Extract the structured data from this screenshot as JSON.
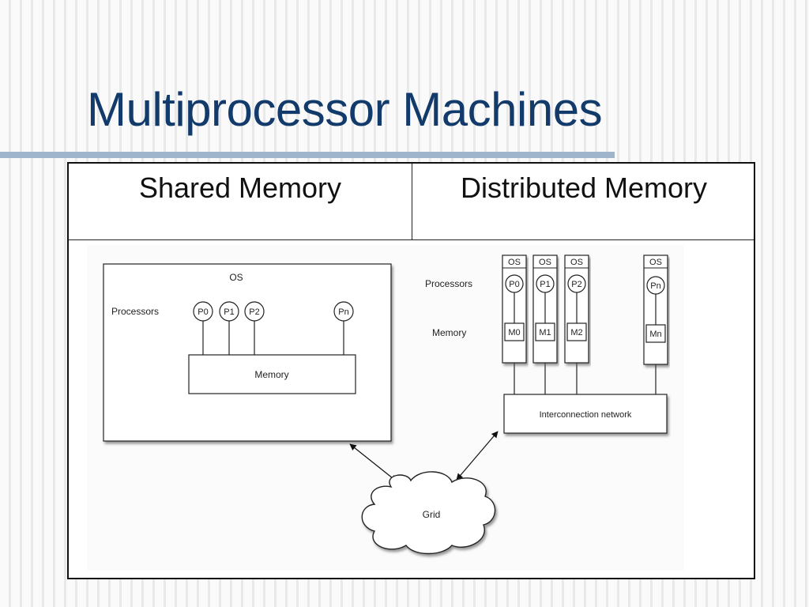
{
  "slide": {
    "title": "Multiprocessor Machines"
  },
  "table": {
    "headers": [
      "Shared Memory",
      "Distributed Memory"
    ]
  },
  "diagram": {
    "shared": {
      "os_label": "OS",
      "processors_label": "Processors",
      "processors": [
        "P0",
        "P1",
        "P2",
        "Pn"
      ],
      "memory_label": "Memory"
    },
    "distributed": {
      "processors_label": "Processors",
      "memory_label": "Memory",
      "nodes": [
        {
          "os": "OS",
          "processor": "P0",
          "memory": "M0"
        },
        {
          "os": "OS",
          "processor": "P1",
          "memory": "M1"
        },
        {
          "os": "OS",
          "processor": "P2",
          "memory": "M2"
        },
        {
          "os": "OS",
          "processor": "Pn",
          "memory": "Mn"
        }
      ],
      "network_label": "Interconnection network"
    },
    "grid_label": "Grid"
  },
  "colors": {
    "title": "#123a6b",
    "rule": "#9fb5cc"
  }
}
